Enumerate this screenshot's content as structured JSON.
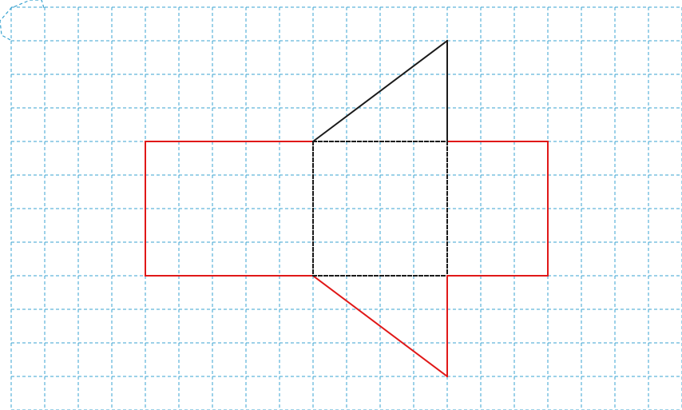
{
  "diagram": {
    "grid": {
      "cols": 20,
      "rows": 12,
      "line_color": "#3aa3d0",
      "line_style": "dashed"
    },
    "colors": {
      "red": "#e01818",
      "black": "#1a1a1a"
    },
    "segments": [
      {
        "id": "rect-top-left",
        "from": [
          4,
          4
        ],
        "to": [
          9,
          4
        ],
        "color": "red",
        "style": "solid"
      },
      {
        "id": "rect-left",
        "from": [
          4,
          4
        ],
        "to": [
          4,
          8
        ],
        "color": "red",
        "style": "solid"
      },
      {
        "id": "rect-bottom-left",
        "from": [
          4,
          8
        ],
        "to": [
          9,
          8
        ],
        "color": "red",
        "style": "solid"
      },
      {
        "id": "rect-top-right",
        "from": [
          13,
          4
        ],
        "to": [
          16,
          4
        ],
        "color": "red",
        "style": "solid"
      },
      {
        "id": "rect-right",
        "from": [
          16,
          4
        ],
        "to": [
          16,
          8
        ],
        "color": "red",
        "style": "solid"
      },
      {
        "id": "rect-bottom-right",
        "from": [
          13,
          8
        ],
        "to": [
          16,
          8
        ],
        "color": "red",
        "style": "solid"
      },
      {
        "id": "lower-triangle-hypotenuse",
        "from": [
          9,
          8
        ],
        "to": [
          13,
          11
        ],
        "color": "red",
        "style": "solid"
      },
      {
        "id": "lower-triangle-vertical",
        "from": [
          13,
          8
        ],
        "to": [
          13,
          11
        ],
        "color": "red",
        "style": "solid"
      },
      {
        "id": "upper-triangle-hypotenuse",
        "from": [
          9,
          4
        ],
        "to": [
          13,
          1
        ],
        "color": "black",
        "style": "solid"
      },
      {
        "id": "upper-triangle-vertical",
        "from": [
          13,
          1
        ],
        "to": [
          13,
          4
        ],
        "color": "black",
        "style": "solid"
      },
      {
        "id": "middle-square-top",
        "from": [
          9,
          4
        ],
        "to": [
          13,
          4
        ],
        "color": "black",
        "style": "dashed"
      },
      {
        "id": "middle-square-left",
        "from": [
          9,
          4
        ],
        "to": [
          9,
          8
        ],
        "color": "black",
        "style": "dashed"
      },
      {
        "id": "middle-square-right",
        "from": [
          13,
          4
        ],
        "to": [
          13,
          8
        ],
        "color": "black",
        "style": "dashed"
      },
      {
        "id": "middle-square-bottom",
        "from": [
          9,
          8
        ],
        "to": [
          13,
          8
        ],
        "color": "black",
        "style": "dashed"
      }
    ]
  }
}
